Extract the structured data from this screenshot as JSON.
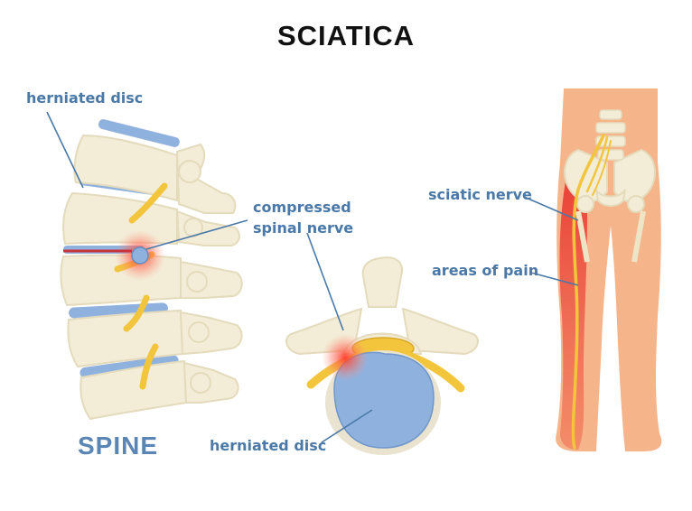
{
  "title": "SCIATICA",
  "labels": {
    "herniated_disc_top": "herniated disc",
    "compressed_nerve_line1": "compressed",
    "compressed_nerve_line2": "spinal nerve",
    "sciatic_nerve": "sciatic nerve",
    "areas_of_pain": "areas of pain",
    "herniated_disc_bottom": "herniated disc",
    "spine": "SPINE"
  },
  "colors": {
    "label": "#4a79a8",
    "bone": "#f3ecd6",
    "bone_shade": "#e4dbbd",
    "disc": "#8fb1de",
    "nerve": "#f2c53d",
    "skin": "#f6b48a",
    "pain": "#e2302a"
  }
}
